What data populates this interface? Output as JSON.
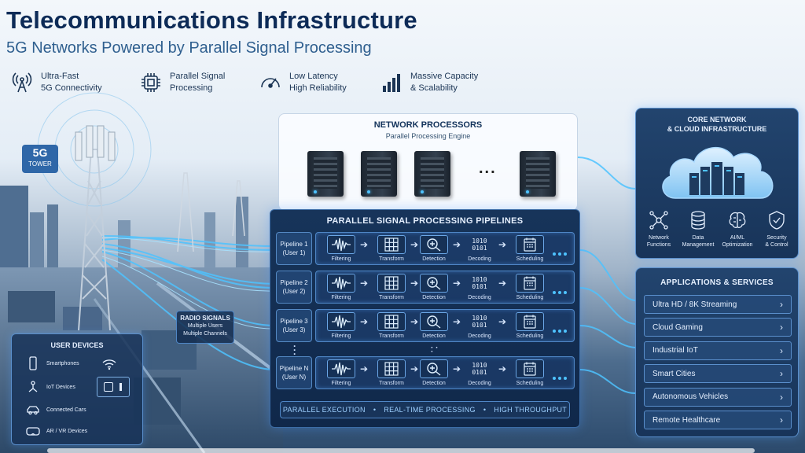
{
  "header": {
    "title": "Telecommunications Infrastructure",
    "subtitle": "5G Networks Powered by Parallel Signal Processing"
  },
  "features": [
    {
      "line1": "Ultra-Fast",
      "line2": "5G Connectivity",
      "icon": "antenna-icon"
    },
    {
      "line1": "Parallel Signal",
      "line2": "Processing",
      "icon": "chip-icon"
    },
    {
      "line1": "Low Latency",
      "line2": "High Reliability",
      "icon": "gauge-icon"
    },
    {
      "line1": "Massive Capacity",
      "line2": "& Scalability",
      "icon": "bars-icon"
    }
  ],
  "tower_badge": {
    "big": "5G",
    "small": "TOWER"
  },
  "network_processors": {
    "title": "NETWORK PROCESSORS",
    "subtitle": "Parallel Processing Engine",
    "ellipsis": "..."
  },
  "pipelines_panel": {
    "title": "PARALLEL SIGNAL PROCESSING PIPELINES",
    "stages": [
      "Filtering",
      "Transform",
      "Detection",
      "Decoding",
      "Scheduling"
    ],
    "binary_top": "1010",
    "binary_bottom": "0101",
    "pipelines": [
      {
        "name": "Pipeline 1",
        "user": "(User 1)"
      },
      {
        "name": "Pipeline 2",
        "user": "(User 2)"
      },
      {
        "name": "Pipeline 3",
        "user": "(User 3)"
      },
      {
        "name": "Pipeline N",
        "user": "(User N)"
      }
    ],
    "footer": [
      "PARALLEL EXECUTION",
      "REAL-TIME PROCESSING",
      "HIGH THROUGHPUT"
    ],
    "separator": "•"
  },
  "radio_signals": {
    "title": "RADIO SIGNALS",
    "line1": "Multiple Users",
    "line2": "Multiple Channels"
  },
  "user_devices": {
    "title": "USER DEVICES",
    "items": [
      "Smartphones",
      "IoT Devices",
      "Connected Cars",
      "AR / VR Devices"
    ]
  },
  "core_network": {
    "title_line1": "CORE NETWORK",
    "title_line2": "& CLOUD INFRASTRUCTURE",
    "icons": [
      {
        "line1": "Network",
        "line2": "Functions"
      },
      {
        "line1": "Data",
        "line2": "Management"
      },
      {
        "line1": "AI/ML",
        "line2": "Optimization"
      },
      {
        "line1": "Security",
        "line2": "& Control"
      }
    ]
  },
  "applications": {
    "title": "APPLICATIONS & SERVICES",
    "items": [
      "Ultra HD / 8K Streaming",
      "Cloud Gaming",
      "Industrial IoT",
      "Smart Cities",
      "Autonomous Vehicles",
      "Remote Healthcare"
    ]
  },
  "colors": {
    "title": "#0d2b57",
    "panel_dark": "#17345a",
    "glow": "#4ec3ff"
  }
}
